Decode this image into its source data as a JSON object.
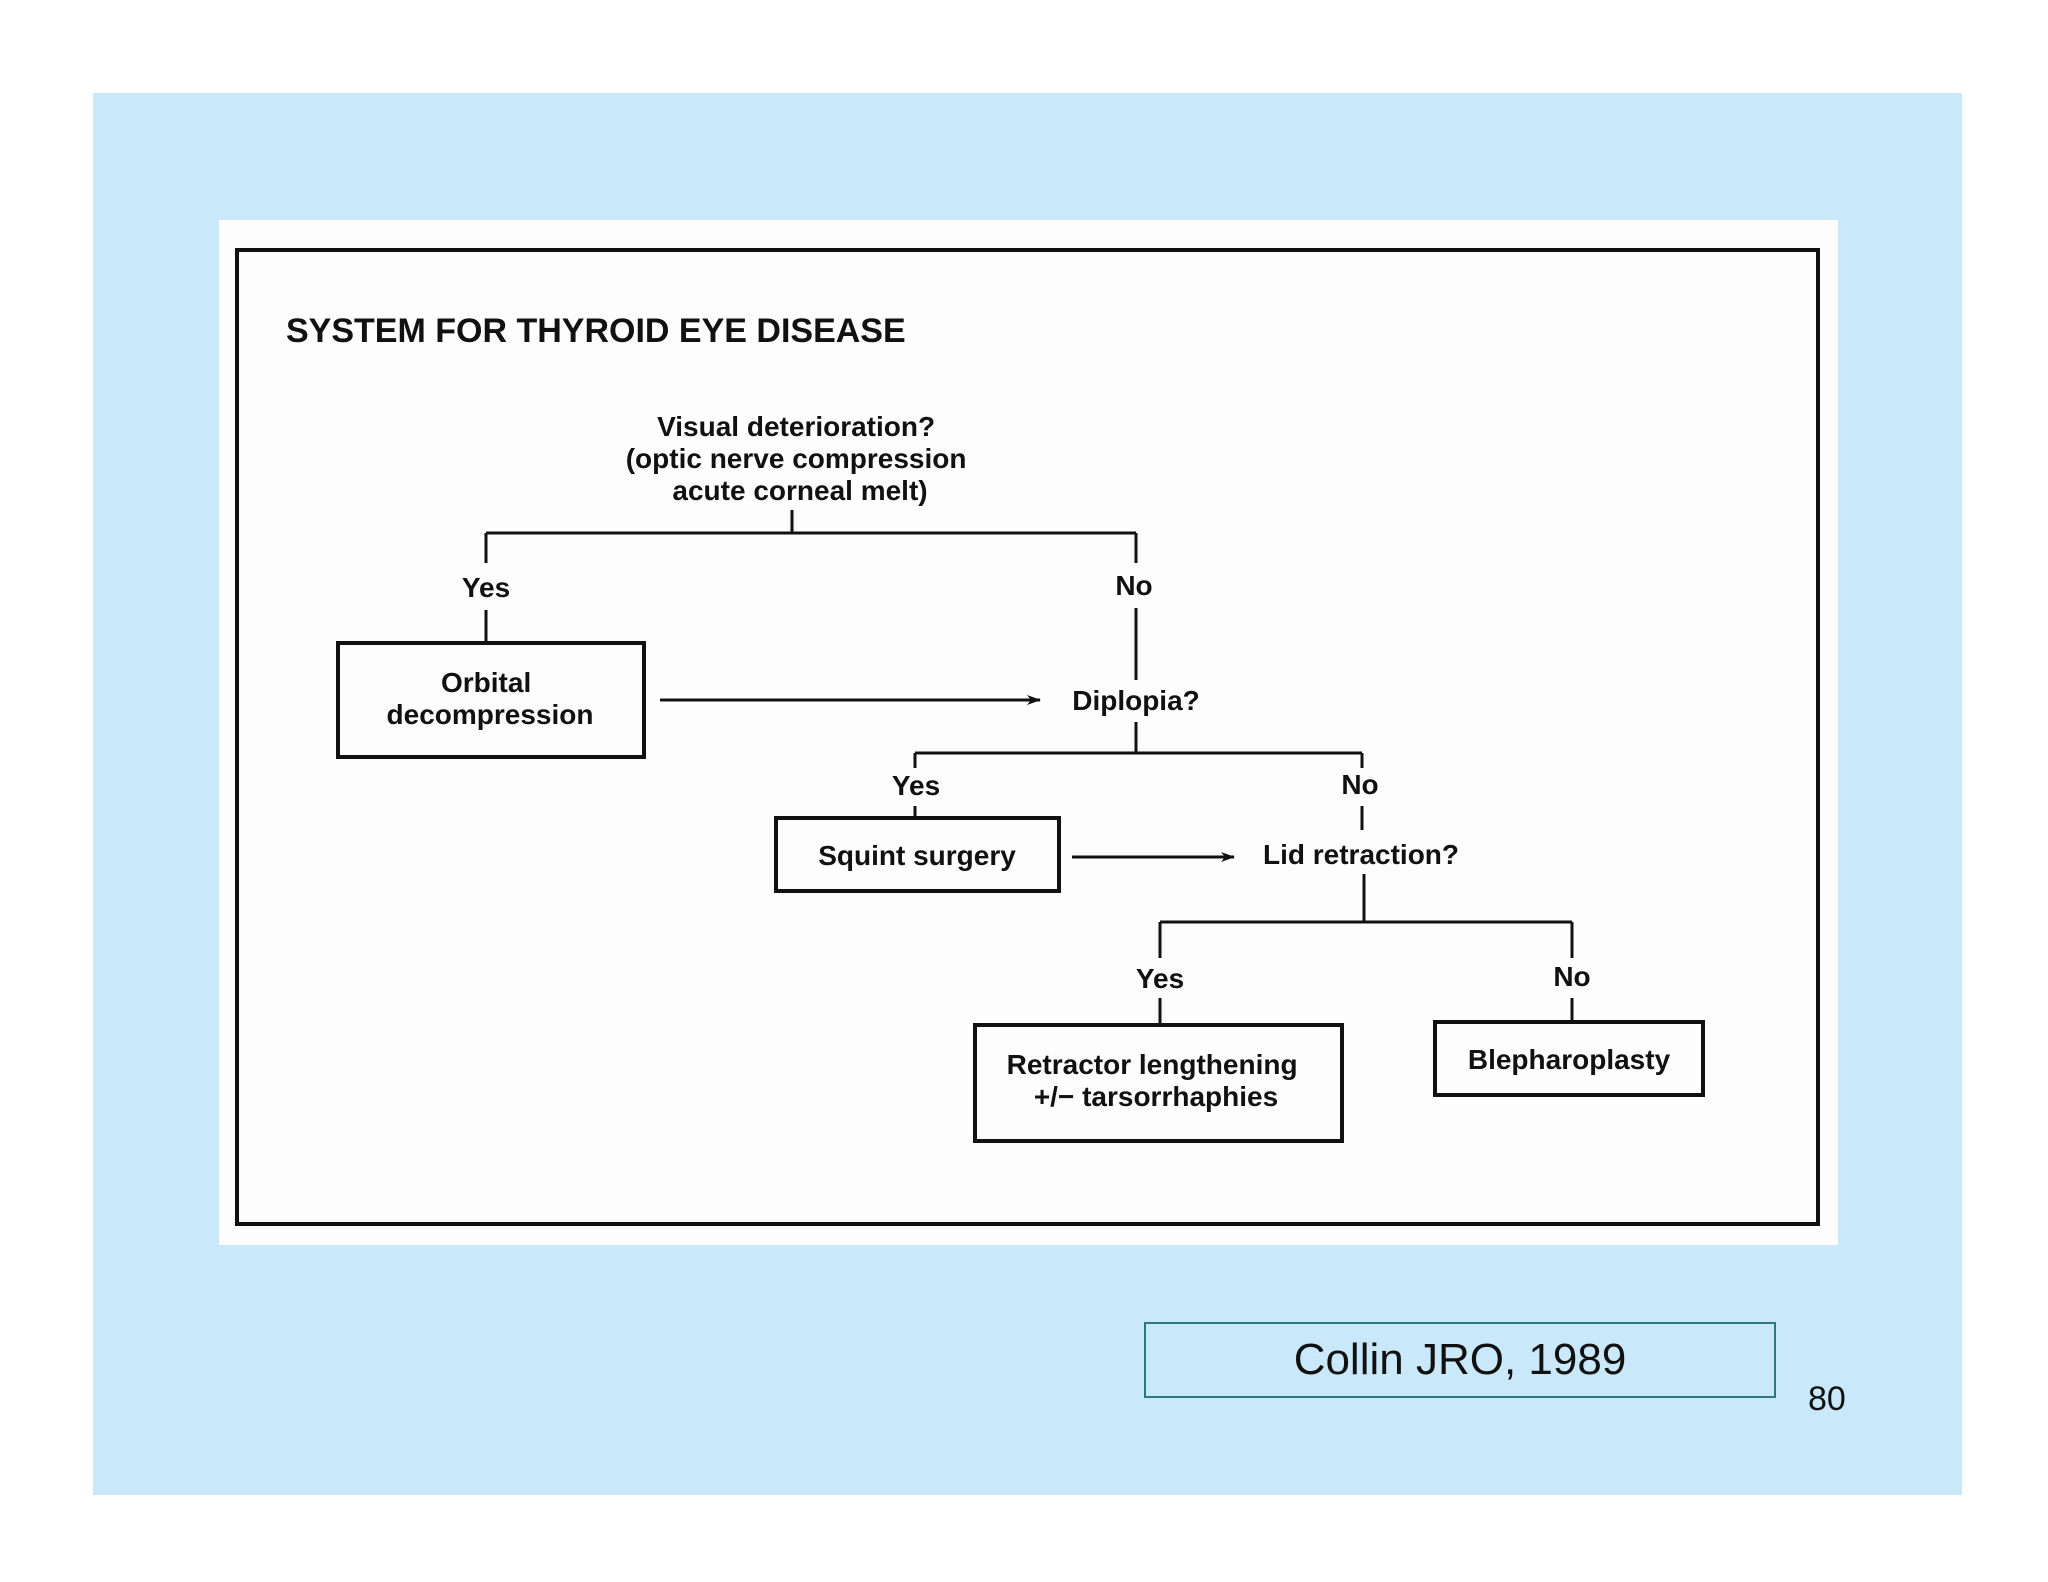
{
  "title": "SYSTEM FOR THYROID EYE DISEASE",
  "nodes": {
    "visual": [
      "Visual deterioration?",
      "(optic nerve compression",
      "acute corneal melt)"
    ],
    "orbital": [
      "Orbital",
      "decompression"
    ],
    "diplopia": [
      "Diplopia?"
    ],
    "squint": [
      "Squint surgery"
    ],
    "lid": [
      "Lid retraction?"
    ],
    "retractor": [
      "Retractor lengthening",
      "+/− tarsorrhaphies"
    ],
    "bleph": [
      "Blepharoplasty"
    ]
  },
  "edges": {
    "yes": "Yes",
    "no": "No"
  },
  "citation": "Collin JRO, 1989",
  "page_number": "80"
}
